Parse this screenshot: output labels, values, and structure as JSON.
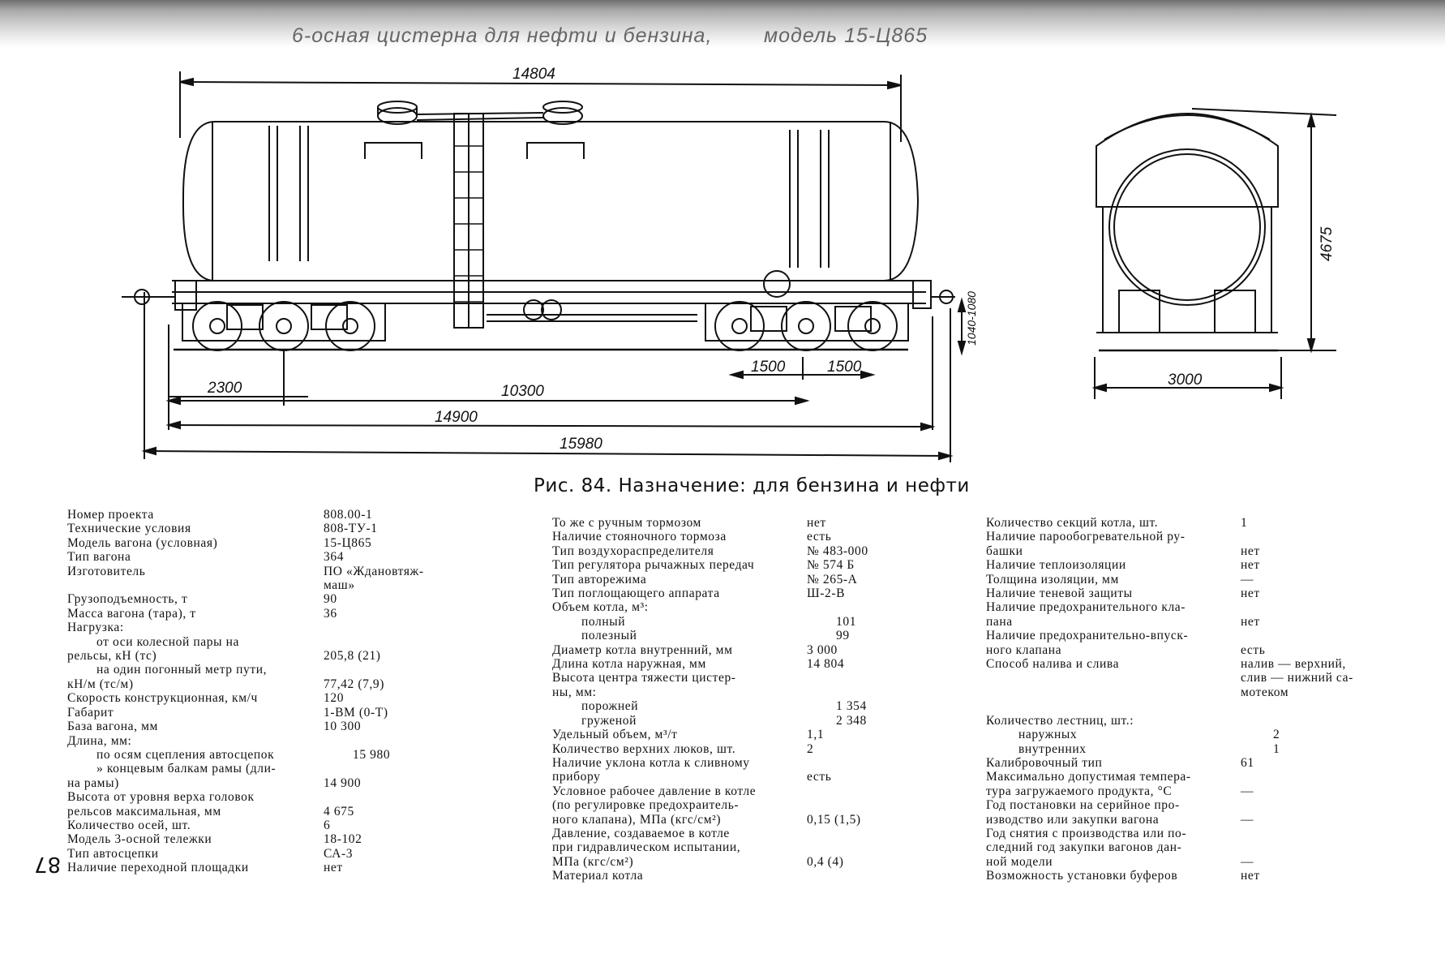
{
  "header": {
    "title": "6-осная цистерна для нефти и бензина,        модель 15-Ц865"
  },
  "drawing": {
    "dims": {
      "top_length": "14804",
      "d2300": "2300",
      "d10300": "10300",
      "d14900": "14900",
      "d15980": "15980",
      "d1500a": "1500",
      "d1500b": "1500",
      "coupler_height": "1040-1080",
      "end_height": "4675",
      "end_width": "3000"
    }
  },
  "caption": "Рис. 84. Назначение: для бензина и нефти",
  "page_number": "87",
  "col1": [
    {
      "label": "Номер проекта",
      "value": "808.00-1"
    },
    {
      "label": "Технические условия",
      "value": "808-ТУ-1"
    },
    {
      "label": "Модель вагона (условная)",
      "value": "15-Ц865"
    },
    {
      "label": "Тип вагона",
      "value": "364"
    },
    {
      "label": "Изготовитель",
      "value": "ПО «Ждановтяж-"
    },
    {
      "label": "",
      "value": "маш»"
    },
    {
      "label": "Грузоподъемность, т",
      "value": "90"
    },
    {
      "label": "Масса вагона (тара), т",
      "value": "36"
    },
    {
      "label": "Нагрузка:",
      "value": ""
    },
    {
      "label": "от оси колесной пары на",
      "value": "",
      "indent": 1
    },
    {
      "label": "рельсы, кН (тс)",
      "value": "205,8 (21)"
    },
    {
      "label": "на один погонный метр пути,",
      "value": "",
      "indent": 1
    },
    {
      "label": "кН/м (тс/м)",
      "value": "77,42 (7,9)"
    },
    {
      "label": "Скорость конструкционная, км/ч",
      "value": "120"
    },
    {
      "label": "Габарит",
      "value": "1-ВМ (0-Т)"
    },
    {
      "label": "База вагона, мм",
      "value": "10 300"
    },
    {
      "label": "Длина, мм:",
      "value": ""
    },
    {
      "label": "по осям сцепления автосцепок",
      "value": "15 980",
      "indent": 1
    },
    {
      "label": "»  концевым балкам рамы (дли-",
      "value": "",
      "indent": 1
    },
    {
      "label": "на рамы)",
      "value": "14 900"
    },
    {
      "label": "Высота от уровня верха головок",
      "value": ""
    },
    {
      "label": "рельсов максимальная, мм",
      "value": "4 675"
    },
    {
      "label": "Количество осей, шт.",
      "value": "6"
    },
    {
      "label": "Модель 3-осной тележки",
      "value": "18-102"
    },
    {
      "label": "Тип автосцепки",
      "value": "СА-3"
    },
    {
      "label": "Наличие переходной площадки",
      "value": "нет"
    }
  ],
  "col2": [
    {
      "label": "То же с ручным тормозом",
      "value": "нет"
    },
    {
      "label": "Наличие стояночного тормоза",
      "value": "есть"
    },
    {
      "label": "Тип воздухораспределителя",
      "value": "№ 483-000"
    },
    {
      "label": "Тип регулятора рычажных передач",
      "value": "№ 574 Б"
    },
    {
      "label": "Тип авторежима",
      "value": "№ 265-А"
    },
    {
      "label": "Тип поглощающего аппарата",
      "value": "Ш-2-В"
    },
    {
      "label": "Объем котла, м³:",
      "value": ""
    },
    {
      "label": "полный",
      "value": "101",
      "indent": 1
    },
    {
      "label": "полезный",
      "value": "99",
      "indent": 1
    },
    {
      "label": "Диаметр котла внутренний, мм",
      "value": "3 000"
    },
    {
      "label": "Длина котла наружная, мм",
      "value": "14 804"
    },
    {
      "label": "Высота центра тяжести цистер-",
      "value": ""
    },
    {
      "label": "ны, мм:",
      "value": ""
    },
    {
      "label": "порожней",
      "value": "1 354",
      "indent": 1
    },
    {
      "label": "груженой",
      "value": "2 348",
      "indent": 1
    },
    {
      "label": "Удельный объем, м³/т",
      "value": "1,1"
    },
    {
      "label": "Количество верхних люков, шт.",
      "value": "2"
    },
    {
      "label": "Наличие уклона котла к сливному",
      "value": ""
    },
    {
      "label": "прибору",
      "value": "есть"
    },
    {
      "label": "Условное рабочее давление в котле",
      "value": ""
    },
    {
      "label": "(по регулировке предохраитель-",
      "value": ""
    },
    {
      "label": "ного клапана), МПа (кгс/см²)",
      "value": "0,15 (1,5)"
    },
    {
      "label": "Давление, создаваемое в котле",
      "value": ""
    },
    {
      "label": "при гидравлическом испытании,",
      "value": ""
    },
    {
      "label": "МПа (кгс/см²)",
      "value": "0,4 (4)"
    },
    {
      "label": "Материал котла",
      "value": ""
    }
  ],
  "col3": [
    {
      "label": "Количество секций котла, шт.",
      "value": "1"
    },
    {
      "label": "Наличие парообогревательной ру-",
      "value": ""
    },
    {
      "label": "башки",
      "value": "нет"
    },
    {
      "label": "Наличие теплоизоляции",
      "value": "нет"
    },
    {
      "label": "Толщина изоляции, мм",
      "value": "—"
    },
    {
      "label": "Наличие теневой защиты",
      "value": "нет"
    },
    {
      "label": "Наличие предохранительного кла-",
      "value": ""
    },
    {
      "label": "пана",
      "value": "нет"
    },
    {
      "label": "Наличие предохранительно-впуск-",
      "value": ""
    },
    {
      "label": "ного клапана",
      "value": "есть"
    },
    {
      "label": "Способ налива и слива",
      "value": "налив — верхний,"
    },
    {
      "label": "",
      "value": "слив — нижний са-"
    },
    {
      "label": "",
      "value": "мотеком"
    },
    {
      "label": "",
      "value": ""
    },
    {
      "label": "Количество лестниц, шт.:",
      "value": ""
    },
    {
      "label": "наружных",
      "value": "2",
      "indent": 2
    },
    {
      "label": "внутренних",
      "value": "1",
      "indent": 2
    },
    {
      "label": "Калибровочный тип",
      "value": "61"
    },
    {
      "label": "Максимально допустимая темпера-",
      "value": ""
    },
    {
      "label": "тура загружаемого продукта, °С",
      "value": "—"
    },
    {
      "label": "Год постановки на серийное про-",
      "value": ""
    },
    {
      "label": "изводство или закупки вагона",
      "value": "—"
    },
    {
      "label": "Год снятия с производства или по-",
      "value": ""
    },
    {
      "label": "следний год закупки вагонов дан-",
      "value": ""
    },
    {
      "label": "ной модели",
      "value": "—"
    },
    {
      "label": "Возможность установки буферов",
      "value": "нет"
    }
  ]
}
